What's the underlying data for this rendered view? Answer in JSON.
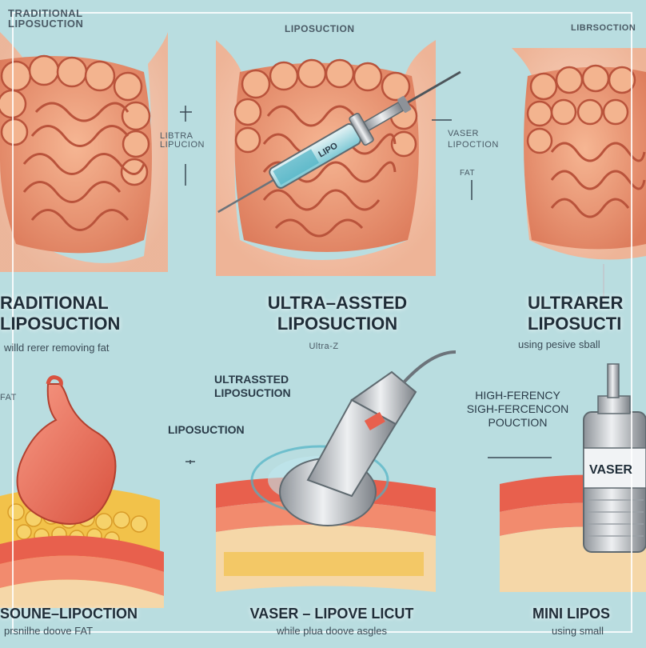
{
  "labels": {
    "top_left_small": "TRADITIONAL\nLIPOSUCTION",
    "top_center_small": "LIPOSUCTION",
    "top_right_small": "LIBRSOCTION",
    "mid_left_small": "LIBTRA\nLIPUCION",
    "mid_right_small": "VASER\nLIPOCTION",
    "fat_label": "FAT",
    "panel1_title": "RADITIONAL\nLIPOSUCTION",
    "panel1_sub": "willd rerer removing fat",
    "panel2_title": "ULTRA–ASSTED\nLIPOSUCTION",
    "panel2_sub": "Ultra-Z",
    "panel3_title": "ULTRARER\nLIPOSUCTI",
    "panel3_sub": "using pesive sball",
    "mid_fat_left": "FAT",
    "panel5_small": "ULTRASSTED\nLIPOSUCTION",
    "panel5_lipo": "LIPOSUCTION",
    "panel6_small": "HIGH-FERENCY\nSIGH-FERCENCON\nPOUCTION",
    "device_label": "VASER",
    "syringe_label": "LIPO",
    "bottom1_title": "SOUNE–LIPOCTION",
    "bottom1_sub": "prsnilhe doove FAT",
    "bottom2_title": "VASER – LIPOVE LICUT",
    "bottom2_sub": "while plua doove asgles",
    "bottom3_title": "MINI LIPOS",
    "bottom3_sub": "using small"
  },
  "colors": {
    "background": "#b9dde0",
    "skin": "#f7c9b2",
    "intestine": "#f2a07f",
    "intestine_dark": "#c8573e",
    "tissue_red": "#e8604d",
    "fat_yellow": "#f2c24a",
    "metal": "#c9ccd0"
  }
}
